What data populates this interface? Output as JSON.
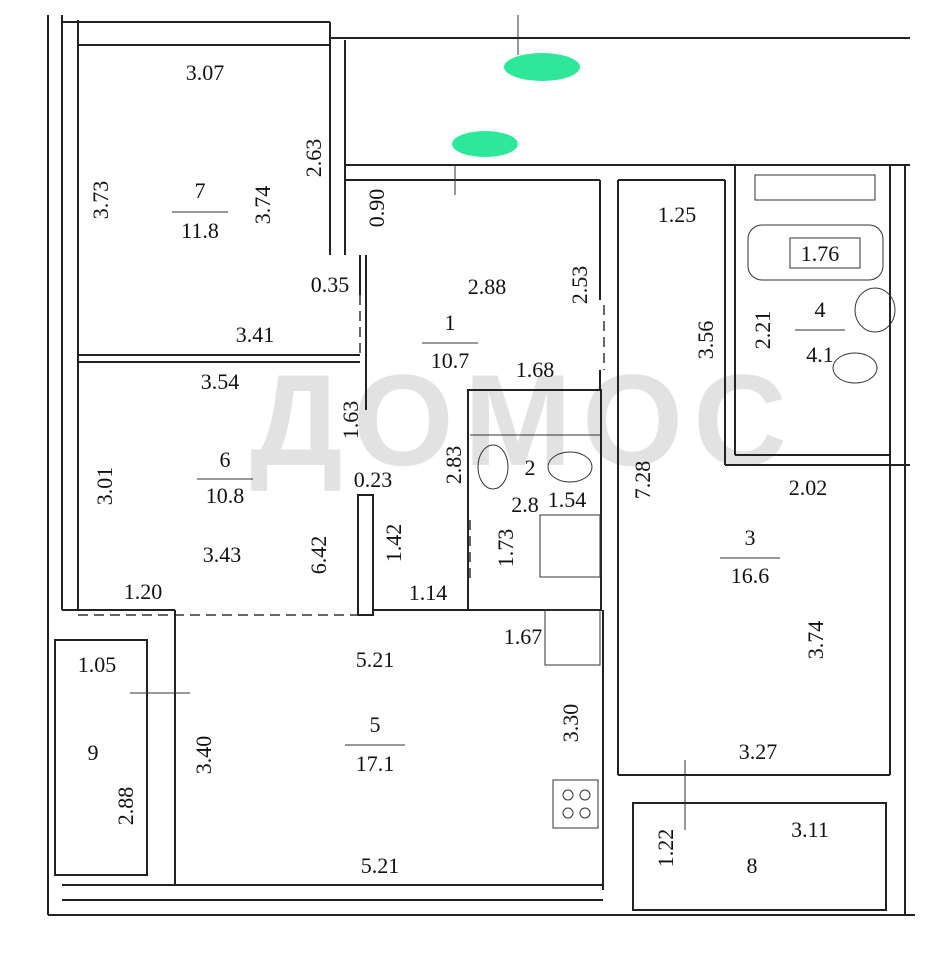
{
  "plan": {
    "watermark": "ДОМОС",
    "highlight_color": "#2ee89a",
    "rooms": [
      {
        "number": "1",
        "area": "10.7"
      },
      {
        "number": "2",
        "area": ""
      },
      {
        "number": "3",
        "area": "16.6"
      },
      {
        "number": "4",
        "area": "4.1"
      },
      {
        "number": "5",
        "area": "17.1"
      },
      {
        "number": "6",
        "area": "10.8"
      },
      {
        "number": "7",
        "area": "11.8"
      },
      {
        "number": "8",
        "area": ""
      },
      {
        "number": "9",
        "area": ""
      }
    ],
    "dimensions": {
      "r7_top": "3.07",
      "r7_left": "3.73",
      "r7_right": "3.74",
      "hall_top": "2.63",
      "niche_090": "0.90",
      "niche_035": "0.35",
      "r7_bottom": "3.41",
      "r1_top": "2.88",
      "r1_right": "2.53",
      "r1_168": "1.68",
      "r6_top": "3.54",
      "r1_163": "1.63",
      "r6_left": "3.01",
      "r1_023": "0.23",
      "r2_left": "2.83",
      "r2_28": "2.8",
      "r2_154": "1.54",
      "r1_142": "1.42",
      "r2_173": "1.73",
      "r6_bottom": "3.43",
      "r6_642": "6.42",
      "r6_120": "1.20",
      "r1_114": "1.14",
      "kitchen_167": "1.67",
      "r5_top": "5.21",
      "r9_top": "1.05",
      "r9_side": "2.88",
      "r5_left": "3.40",
      "r5_right": "3.30",
      "r5_bottom": "5.21",
      "r3_125": "1.25",
      "r4_bath": "1.76",
      "r3_356": "3.56",
      "r4_221": "2.21",
      "r3_left": "7.28",
      "r4_bottom": "2.02",
      "r3_right": "3.74",
      "r3_bottom": "3.27",
      "r8_top": "3.11",
      "r8_side": "1.22"
    }
  }
}
